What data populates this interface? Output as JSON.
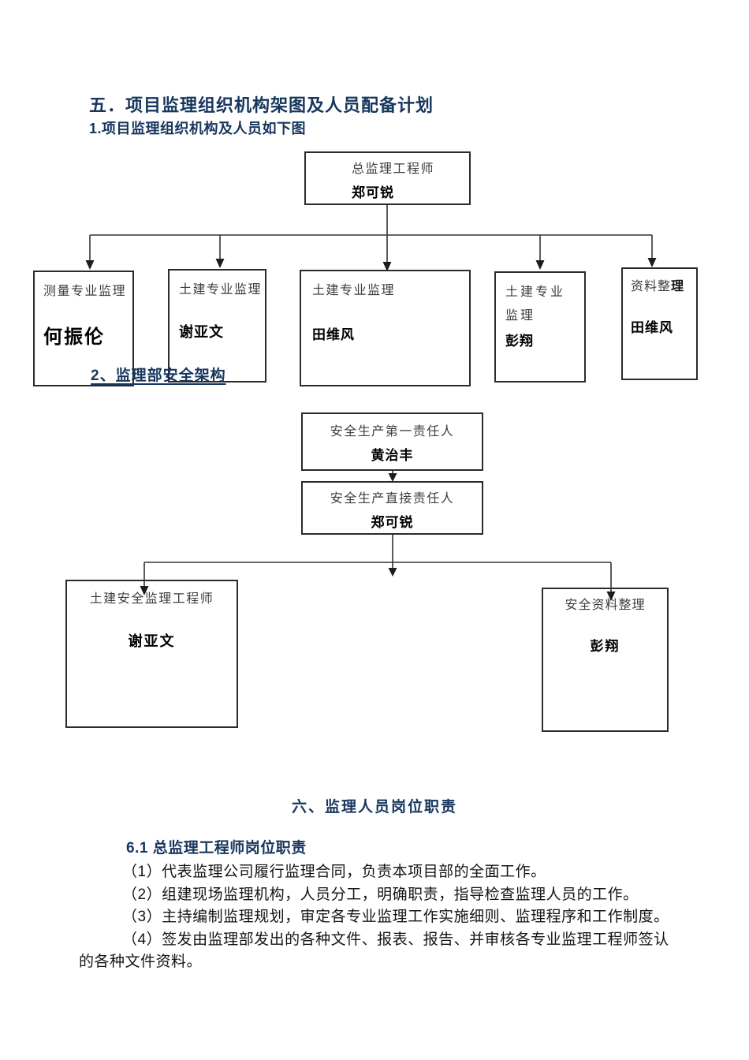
{
  "headings": {
    "section5": "五．项目监理组织机构架图及人员配备计划",
    "sub1": "1.项目监理组织机构及人员如下图",
    "sub2": "2、监理部安全架构",
    "section6": "六、监理人员岗位职责",
    "section61": "6.1 总监理工程师岗位职责"
  },
  "org_chart1": {
    "root": {
      "title": "总监理工程师",
      "name": "郑可锐"
    },
    "children": [
      {
        "title": "测量专业监理",
        "name": "何振伦"
      },
      {
        "title": "土建专业监理",
        "name": "谢亚文"
      },
      {
        "title": "土建专业监理",
        "name": "田维风"
      },
      {
        "title": "土建专业监理",
        "name": "彭翔"
      },
      {
        "title": "资料整",
        "title_bold": "理",
        "name": "田维风"
      }
    ]
  },
  "safety_chart": {
    "level1": {
      "title": "安全生产第一责任人",
      "name": "黄治丰"
    },
    "level2": {
      "title": "安全生产直接责任人",
      "name": "郑可锐"
    },
    "children": [
      {
        "title": "土建安全监理工程师",
        "name": "谢亚文"
      },
      {
        "title": "安全资料整理",
        "name": "彭翔"
      }
    ]
  },
  "duty_lines": [
    "（1）代表监理公司履行监理合同，负责本项目部的全面工作。",
    "（2）组建现场监理机构，人员分工，明确职责，指导检查监理人员的工作。",
    "（3）主持编制监理规划，审定各专业监理工作实施细则、监理程序和工作制度。",
    "（4）签发由监理部发出的各种文件、报表、报告、并审核各专业监理工程师签认",
    "的各种文件资料。"
  ],
  "colors": {
    "heading_navy": "#17365D",
    "line_black": "#333333"
  }
}
